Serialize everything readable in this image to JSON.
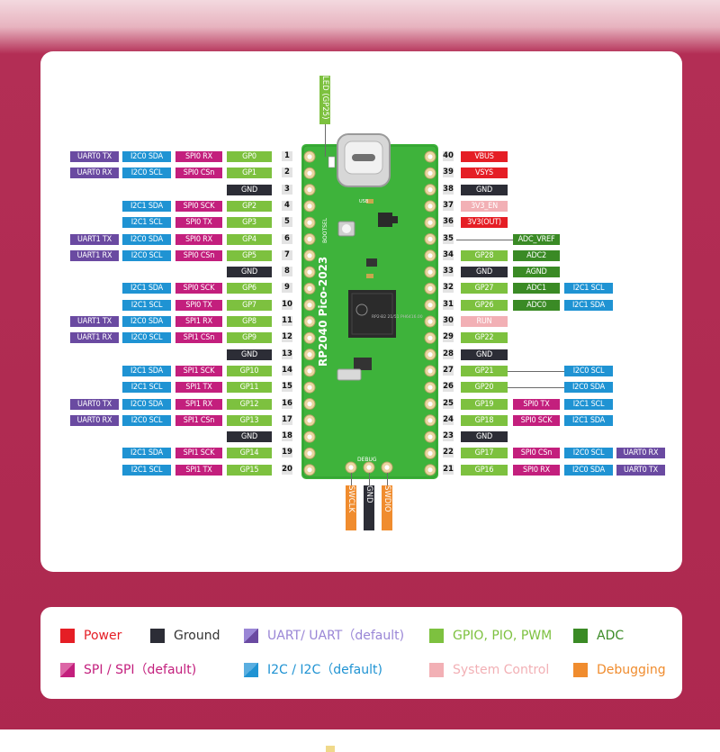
{
  "diagram": {
    "led_label": "LED (GP25)",
    "board": {
      "silk_rp2040": "RP2040 Pico-2023",
      "silk_bootsel": "BOOTSEL",
      "silk_usb": "USB",
      "silk_debug": "DEBUG",
      "chip_text": "RP2-B2 21/51 PH6416.00"
    },
    "left_pins": [
      {
        "num": "1",
        "labels": [
          {
            "text": "UART0 TX",
            "type": "uart"
          },
          {
            "text": "I2C0 SDA",
            "type": "i2c"
          },
          {
            "text": "SPI0 RX",
            "type": "spi"
          },
          {
            "text": "GP0",
            "type": "gpio"
          }
        ]
      },
      {
        "num": "2",
        "labels": [
          {
            "text": "UART0 RX",
            "type": "uart"
          },
          {
            "text": "I2C0 SCL",
            "type": "i2c"
          },
          {
            "text": "SPI0 CSn",
            "type": "spi"
          },
          {
            "text": "GP1",
            "type": "gpio"
          }
        ]
      },
      {
        "num": "3",
        "labels": [
          {
            "text": "GND",
            "type": "gnd"
          }
        ]
      },
      {
        "num": "4",
        "labels": [
          {
            "text": "I2C1 SDA",
            "type": "i2c"
          },
          {
            "text": "SPI0 SCK",
            "type": "spi"
          },
          {
            "text": "GP2",
            "type": "gpio"
          }
        ]
      },
      {
        "num": "5",
        "labels": [
          {
            "text": "I2C1 SCL",
            "type": "i2c"
          },
          {
            "text": "SPI0 TX",
            "type": "spi"
          },
          {
            "text": "GP3",
            "type": "gpio"
          }
        ]
      },
      {
        "num": "6",
        "labels": [
          {
            "text": "UART1 TX",
            "type": "uart"
          },
          {
            "text": "I2C0 SDA",
            "type": "i2c"
          },
          {
            "text": "SPI0 RX",
            "type": "spi"
          },
          {
            "text": "GP4",
            "type": "gpio"
          }
        ]
      },
      {
        "num": "7",
        "labels": [
          {
            "text": "UART1 RX",
            "type": "uart"
          },
          {
            "text": "I2C0 SCL",
            "type": "i2c"
          },
          {
            "text": "SPI0 CSn",
            "type": "spi"
          },
          {
            "text": "GP5",
            "type": "gpio"
          }
        ]
      },
      {
        "num": "8",
        "labels": [
          {
            "text": "GND",
            "type": "gnd"
          }
        ]
      },
      {
        "num": "9",
        "labels": [
          {
            "text": "I2C1 SDA",
            "type": "i2c"
          },
          {
            "text": "SPI0 SCK",
            "type": "spi"
          },
          {
            "text": "GP6",
            "type": "gpio"
          }
        ]
      },
      {
        "num": "10",
        "labels": [
          {
            "text": "I2C1 SCL",
            "type": "i2c"
          },
          {
            "text": "SPI0 TX",
            "type": "spi"
          },
          {
            "text": "GP7",
            "type": "gpio"
          }
        ]
      },
      {
        "num": "11",
        "labels": [
          {
            "text": "UART1 TX",
            "type": "uart"
          },
          {
            "text": "I2C0 SDA",
            "type": "i2c"
          },
          {
            "text": "SPI1 RX",
            "type": "spi"
          },
          {
            "text": "GP8",
            "type": "gpio"
          }
        ]
      },
      {
        "num": "12",
        "labels": [
          {
            "text": "UART1 RX",
            "type": "uart"
          },
          {
            "text": "I2C0 SCL",
            "type": "i2c"
          },
          {
            "text": "SPI1 CSn",
            "type": "spi"
          },
          {
            "text": "GP9",
            "type": "gpio"
          }
        ]
      },
      {
        "num": "13",
        "labels": [
          {
            "text": "GND",
            "type": "gnd"
          }
        ]
      },
      {
        "num": "14",
        "labels": [
          {
            "text": "I2C1 SDA",
            "type": "i2c"
          },
          {
            "text": "SPI1 SCK",
            "type": "spi"
          },
          {
            "text": "GP10",
            "type": "gpio"
          }
        ]
      },
      {
        "num": "15",
        "labels": [
          {
            "text": "I2C1 SCL",
            "type": "i2c"
          },
          {
            "text": "SPI1 TX",
            "type": "spi"
          },
          {
            "text": "GP11",
            "type": "gpio"
          }
        ]
      },
      {
        "num": "16",
        "labels": [
          {
            "text": "UART0 TX",
            "type": "uart"
          },
          {
            "text": "I2C0 SDA",
            "type": "i2c"
          },
          {
            "text": "SPI1 RX",
            "type": "spi"
          },
          {
            "text": "GP12",
            "type": "gpio"
          }
        ]
      },
      {
        "num": "17",
        "labels": [
          {
            "text": "UART0 RX",
            "type": "uart"
          },
          {
            "text": "I2C0 SCL",
            "type": "i2c"
          },
          {
            "text": "SPI1 CSn",
            "type": "spi"
          },
          {
            "text": "GP13",
            "type": "gpio"
          }
        ]
      },
      {
        "num": "18",
        "labels": [
          {
            "text": "GND",
            "type": "gnd"
          }
        ]
      },
      {
        "num": "19",
        "labels": [
          {
            "text": "I2C1 SDA",
            "type": "i2c"
          },
          {
            "text": "SPI1 SCK",
            "type": "spi"
          },
          {
            "text": "GP14",
            "type": "gpio"
          }
        ]
      },
      {
        "num": "20",
        "labels": [
          {
            "text": "I2C1 SCL",
            "type": "i2c"
          },
          {
            "text": "SPI1 TX",
            "type": "spi"
          },
          {
            "text": "GP15",
            "type": "gpio"
          }
        ]
      }
    ],
    "right_pins": [
      {
        "num": "40",
        "labels": [
          {
            "text": "VBUS",
            "type": "power"
          }
        ]
      },
      {
        "num": "39",
        "labels": [
          {
            "text": "VSYS",
            "type": "power"
          }
        ]
      },
      {
        "num": "38",
        "labels": [
          {
            "text": "GND",
            "type": "gnd"
          }
        ]
      },
      {
        "num": "37",
        "labels": [
          {
            "text": "3V3_EN",
            "type": "sys"
          }
        ]
      },
      {
        "num": "36",
        "labels": [
          {
            "text": "3V3(OUT)",
            "type": "power"
          }
        ]
      },
      {
        "num": "35",
        "labels": [
          {
            "text": "",
            "type": "none"
          },
          {
            "text": "ADC_VREF",
            "type": "adc"
          }
        ]
      },
      {
        "num": "34",
        "labels": [
          {
            "text": "GP28",
            "type": "gpio"
          },
          {
            "text": "ADC2",
            "type": "adc"
          }
        ]
      },
      {
        "num": "33",
        "labels": [
          {
            "text": "GND",
            "type": "gnd"
          },
          {
            "text": "AGND",
            "type": "adc"
          }
        ]
      },
      {
        "num": "32",
        "labels": [
          {
            "text": "GP27",
            "type": "gpio"
          },
          {
            "text": "ADC1",
            "type": "adc"
          },
          {
            "text": "I2C1 SCL",
            "type": "i2c"
          }
        ]
      },
      {
        "num": "31",
        "labels": [
          {
            "text": "GP26",
            "type": "gpio"
          },
          {
            "text": "ADC0",
            "type": "adc"
          },
          {
            "text": "I2C1 SDA",
            "type": "i2c"
          }
        ]
      },
      {
        "num": "30",
        "labels": [
          {
            "text": "RUN",
            "type": "sys"
          }
        ]
      },
      {
        "num": "29",
        "labels": [
          {
            "text": "GP22",
            "type": "gpio"
          }
        ]
      },
      {
        "num": "28",
        "labels": [
          {
            "text": "GND",
            "type": "gnd"
          }
        ]
      },
      {
        "num": "27",
        "labels": [
          {
            "text": "GP21",
            "type": "gpio"
          },
          {
            "text": "",
            "type": "none"
          },
          {
            "text": "I2C0 SCL",
            "type": "i2c"
          }
        ]
      },
      {
        "num": "26",
        "labels": [
          {
            "text": "GP20",
            "type": "gpio"
          },
          {
            "text": "",
            "type": "none"
          },
          {
            "text": "I2C0 SDA",
            "type": "i2c"
          }
        ]
      },
      {
        "num": "25",
        "labels": [
          {
            "text": "GP19",
            "type": "gpio"
          },
          {
            "text": "SPI0 TX",
            "type": "spi"
          },
          {
            "text": "I2C1 SCL",
            "type": "i2c"
          }
        ]
      },
      {
        "num": "24",
        "labels": [
          {
            "text": "GP18",
            "type": "gpio"
          },
          {
            "text": "SPI0 SCK",
            "type": "spi"
          },
          {
            "text": "I2C1 SDA",
            "type": "i2c"
          }
        ]
      },
      {
        "num": "23",
        "labels": [
          {
            "text": "GND",
            "type": "gnd"
          }
        ]
      },
      {
        "num": "22",
        "labels": [
          {
            "text": "GP17",
            "type": "gpio"
          },
          {
            "text": "SPI0 CSn",
            "type": "spi"
          },
          {
            "text": "I2C0 SCL",
            "type": "i2c"
          },
          {
            "text": "UART0 RX",
            "type": "uart"
          }
        ]
      },
      {
        "num": "21",
        "labels": [
          {
            "text": "GP16",
            "type": "gpio"
          },
          {
            "text": "SPI0 RX",
            "type": "spi"
          },
          {
            "text": "I2C0 SDA",
            "type": "i2c"
          },
          {
            "text": "UART0 TX",
            "type": "uart"
          }
        ]
      }
    ],
    "debug_pins": [
      {
        "text": "SWCLK",
        "type": "debug"
      },
      {
        "text": "GND",
        "type": "gnd"
      },
      {
        "text": "SWDIO",
        "type": "debug"
      }
    ]
  },
  "legend": {
    "items": [
      {
        "text": "Power",
        "type": "power"
      },
      {
        "text": "Ground",
        "type": "gnd"
      },
      {
        "text": "UART/ UART（default)",
        "type": "uart"
      },
      {
        "text": "GPIO, PIO, PWM",
        "type": "gpio"
      },
      {
        "text": "ADC",
        "type": "adc"
      },
      {
        "text": "SPI / SPI（default)",
        "type": "spi"
      },
      {
        "text": "I2C / I2C（default)",
        "type": "i2c"
      },
      {
        "text": "System Control",
        "type": "sys"
      },
      {
        "text": "Debugging",
        "type": "debug"
      }
    ]
  },
  "colors": {
    "power": "#e51e25",
    "gnd": "#2c2d36",
    "uart": "#6a4aa1",
    "uart_default": "#9a86d6",
    "i2c": "#1f93d3",
    "i2c_default": "#5aaee0",
    "spi": "#c31f7d",
    "spi_default": "#dc66a6",
    "gpio": "#7dc13f",
    "adc": "#3a8a25",
    "sys": "#f2b0b5",
    "debug": "#f08c2e",
    "board": "#3eb33b",
    "background": "#b02c53"
  }
}
